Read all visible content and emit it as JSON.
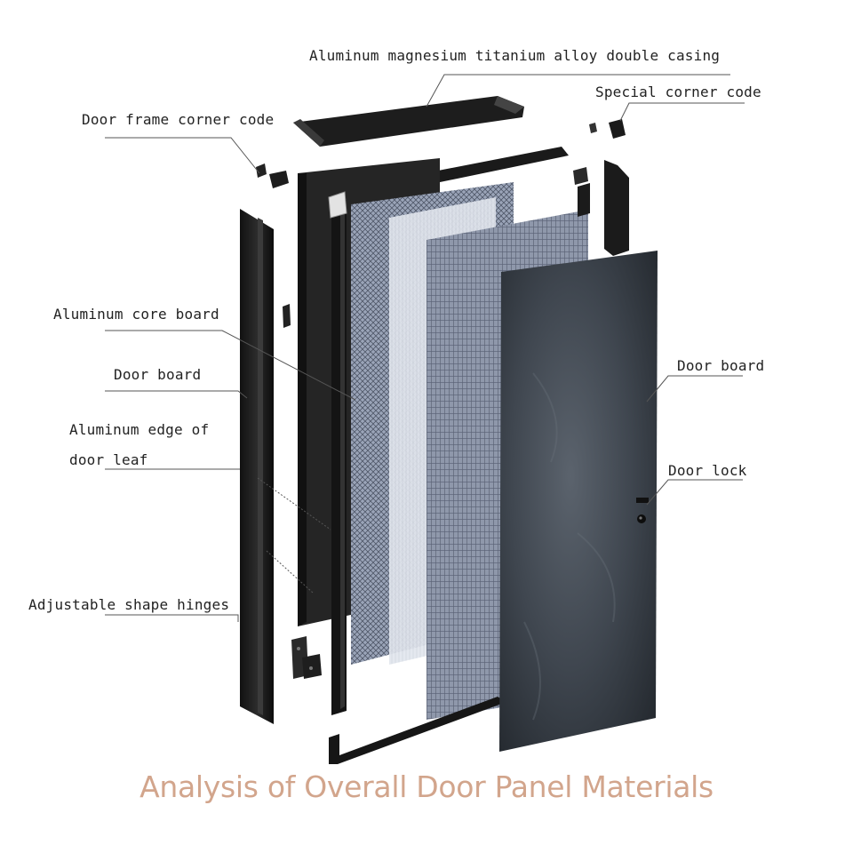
{
  "labels": {
    "aluminum_magnesium_casing": "Aluminum magnesium titanium alloy double casing",
    "special_corner_code": "Special corner code",
    "door_frame_corner_code": "Door frame corner code",
    "aluminum_core_board": "Aluminum core board",
    "door_board_left": "Door board",
    "aluminum_edge_line1": "Aluminum edge of",
    "aluminum_edge_line2": "door leaf",
    "adjustable_shape_hinges": "Adjustable shape hinges",
    "door_board_right": "Door board",
    "door_lock": "Door lock"
  },
  "caption": "Analysis of Overall Door Panel Materials",
  "colors": {
    "caption": "#d2a58c",
    "frame_dark": "#1b1b1b",
    "honeycomb": "#8a94a8",
    "door_face": "#3c434c"
  }
}
